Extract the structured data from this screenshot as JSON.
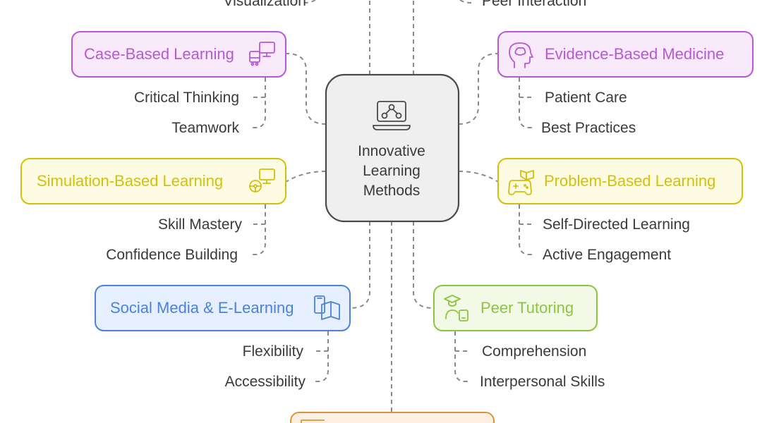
{
  "center": {
    "lines": [
      "Innovative",
      "Learning",
      "Methods"
    ],
    "icon": "laptop-network-icon"
  },
  "top_partial": {
    "left_leaf": "Visualization",
    "right_leaf": "Peer Interaction"
  },
  "methods": {
    "case": {
      "label": "Case-Based Learning",
      "icon": "monitor-bus-icon",
      "color": "#b858d6",
      "fill": "#f8e9fb",
      "leaves": [
        "Critical Thinking",
        "Teamwork"
      ]
    },
    "ebm": {
      "label": "Evidence-Based Medicine",
      "icon": "brain-head-icon",
      "color": "#b858d6",
      "fill": "#f8e9fb",
      "leaves": [
        "Patient Care",
        "Best Practices"
      ]
    },
    "sim": {
      "label": "Simulation-Based Learning",
      "icon": "steering-monitor-icon",
      "color": "#d4c00a",
      "fill": "#fefbe3",
      "leaves": [
        "Skill Mastery",
        "Confidence Building"
      ]
    },
    "pbl": {
      "label": "Problem-Based Learning",
      "icon": "gamepad-book-icon",
      "color": "#d4c00a",
      "fill": "#fefbe3",
      "leaves": [
        "Self-Directed Learning",
        "Active Engagement"
      ]
    },
    "social": {
      "label": "Social Media & E-Learning",
      "icon": "phone-book-icon",
      "color": "#4a82dc",
      "fill": "#e6effd",
      "leaves": [
        "Flexibility",
        "Accessibility"
      ]
    },
    "peer": {
      "label": "Peer Tutoring",
      "icon": "teacher-device-icon",
      "color": "#8cc63f",
      "fill": "#f2f9e6",
      "leaves": [
        "Comprehension",
        "Interpersonal Skills"
      ]
    }
  },
  "bottom_partial": {
    "color": "#e0943a",
    "fill": "#fdf0e2"
  }
}
